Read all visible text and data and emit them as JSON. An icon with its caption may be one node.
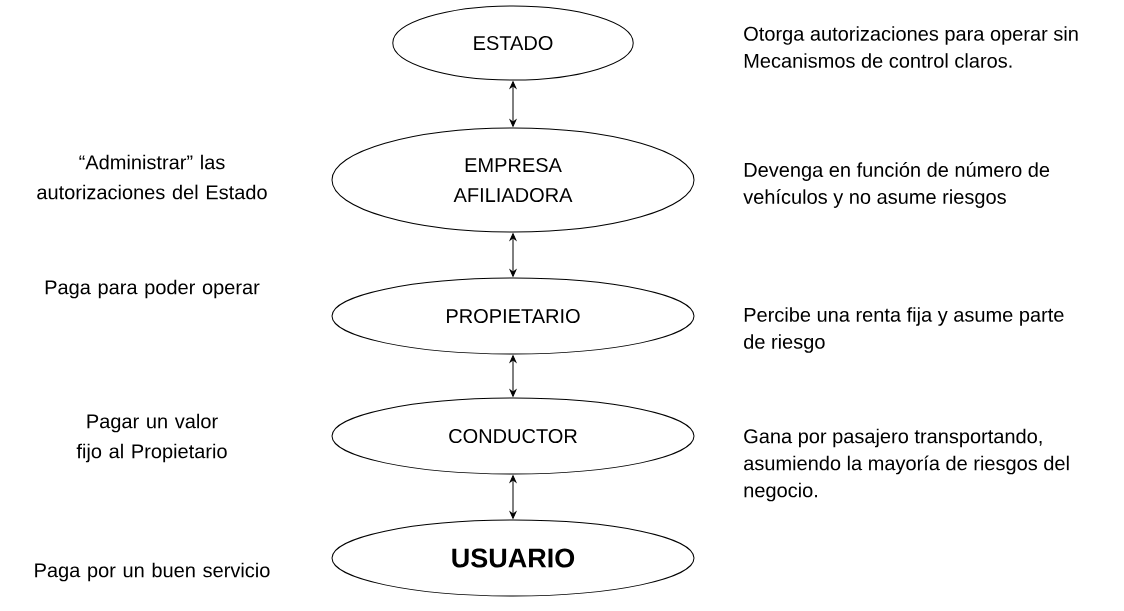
{
  "diagram": {
    "nodes": [
      {
        "text": [
          "ESTADO"
        ]
      },
      {
        "text": [
          "EMPRESA AFILIADORA"
        ]
      },
      {
        "text": [
          "PROPIETARIO"
        ]
      },
      {
        "text": [
          "CONDUCTOR"
        ]
      },
      {
        "text": [
          "USUARIO"
        ]
      }
    ],
    "edges": [
      {
        "from": 0,
        "to": 1,
        "arrow": "both"
      },
      {
        "from": 1,
        "to": 2,
        "arrow": "both"
      },
      {
        "from": 2,
        "to": 3,
        "arrow": "both"
      },
      {
        "from": 3,
        "to": 4,
        "arrow": "both"
      }
    ],
    "labels": [
      "Otorga autorizaciones para operar sin Mecanismos de control claros.",
      "“Administrar” las autorizaciones del Estado",
      "Devenga en función de número de vehículos y no asume riesgos",
      "Paga para poder operar",
      "Percibe una renta fija y asume parte de riesgo",
      "Pagar un valor fijo al Propietario",
      "Gana por pasajero transportando, asumiendo la mayoría de riesgos del negocio.",
      "Paga por un buen servicio"
    ]
  }
}
